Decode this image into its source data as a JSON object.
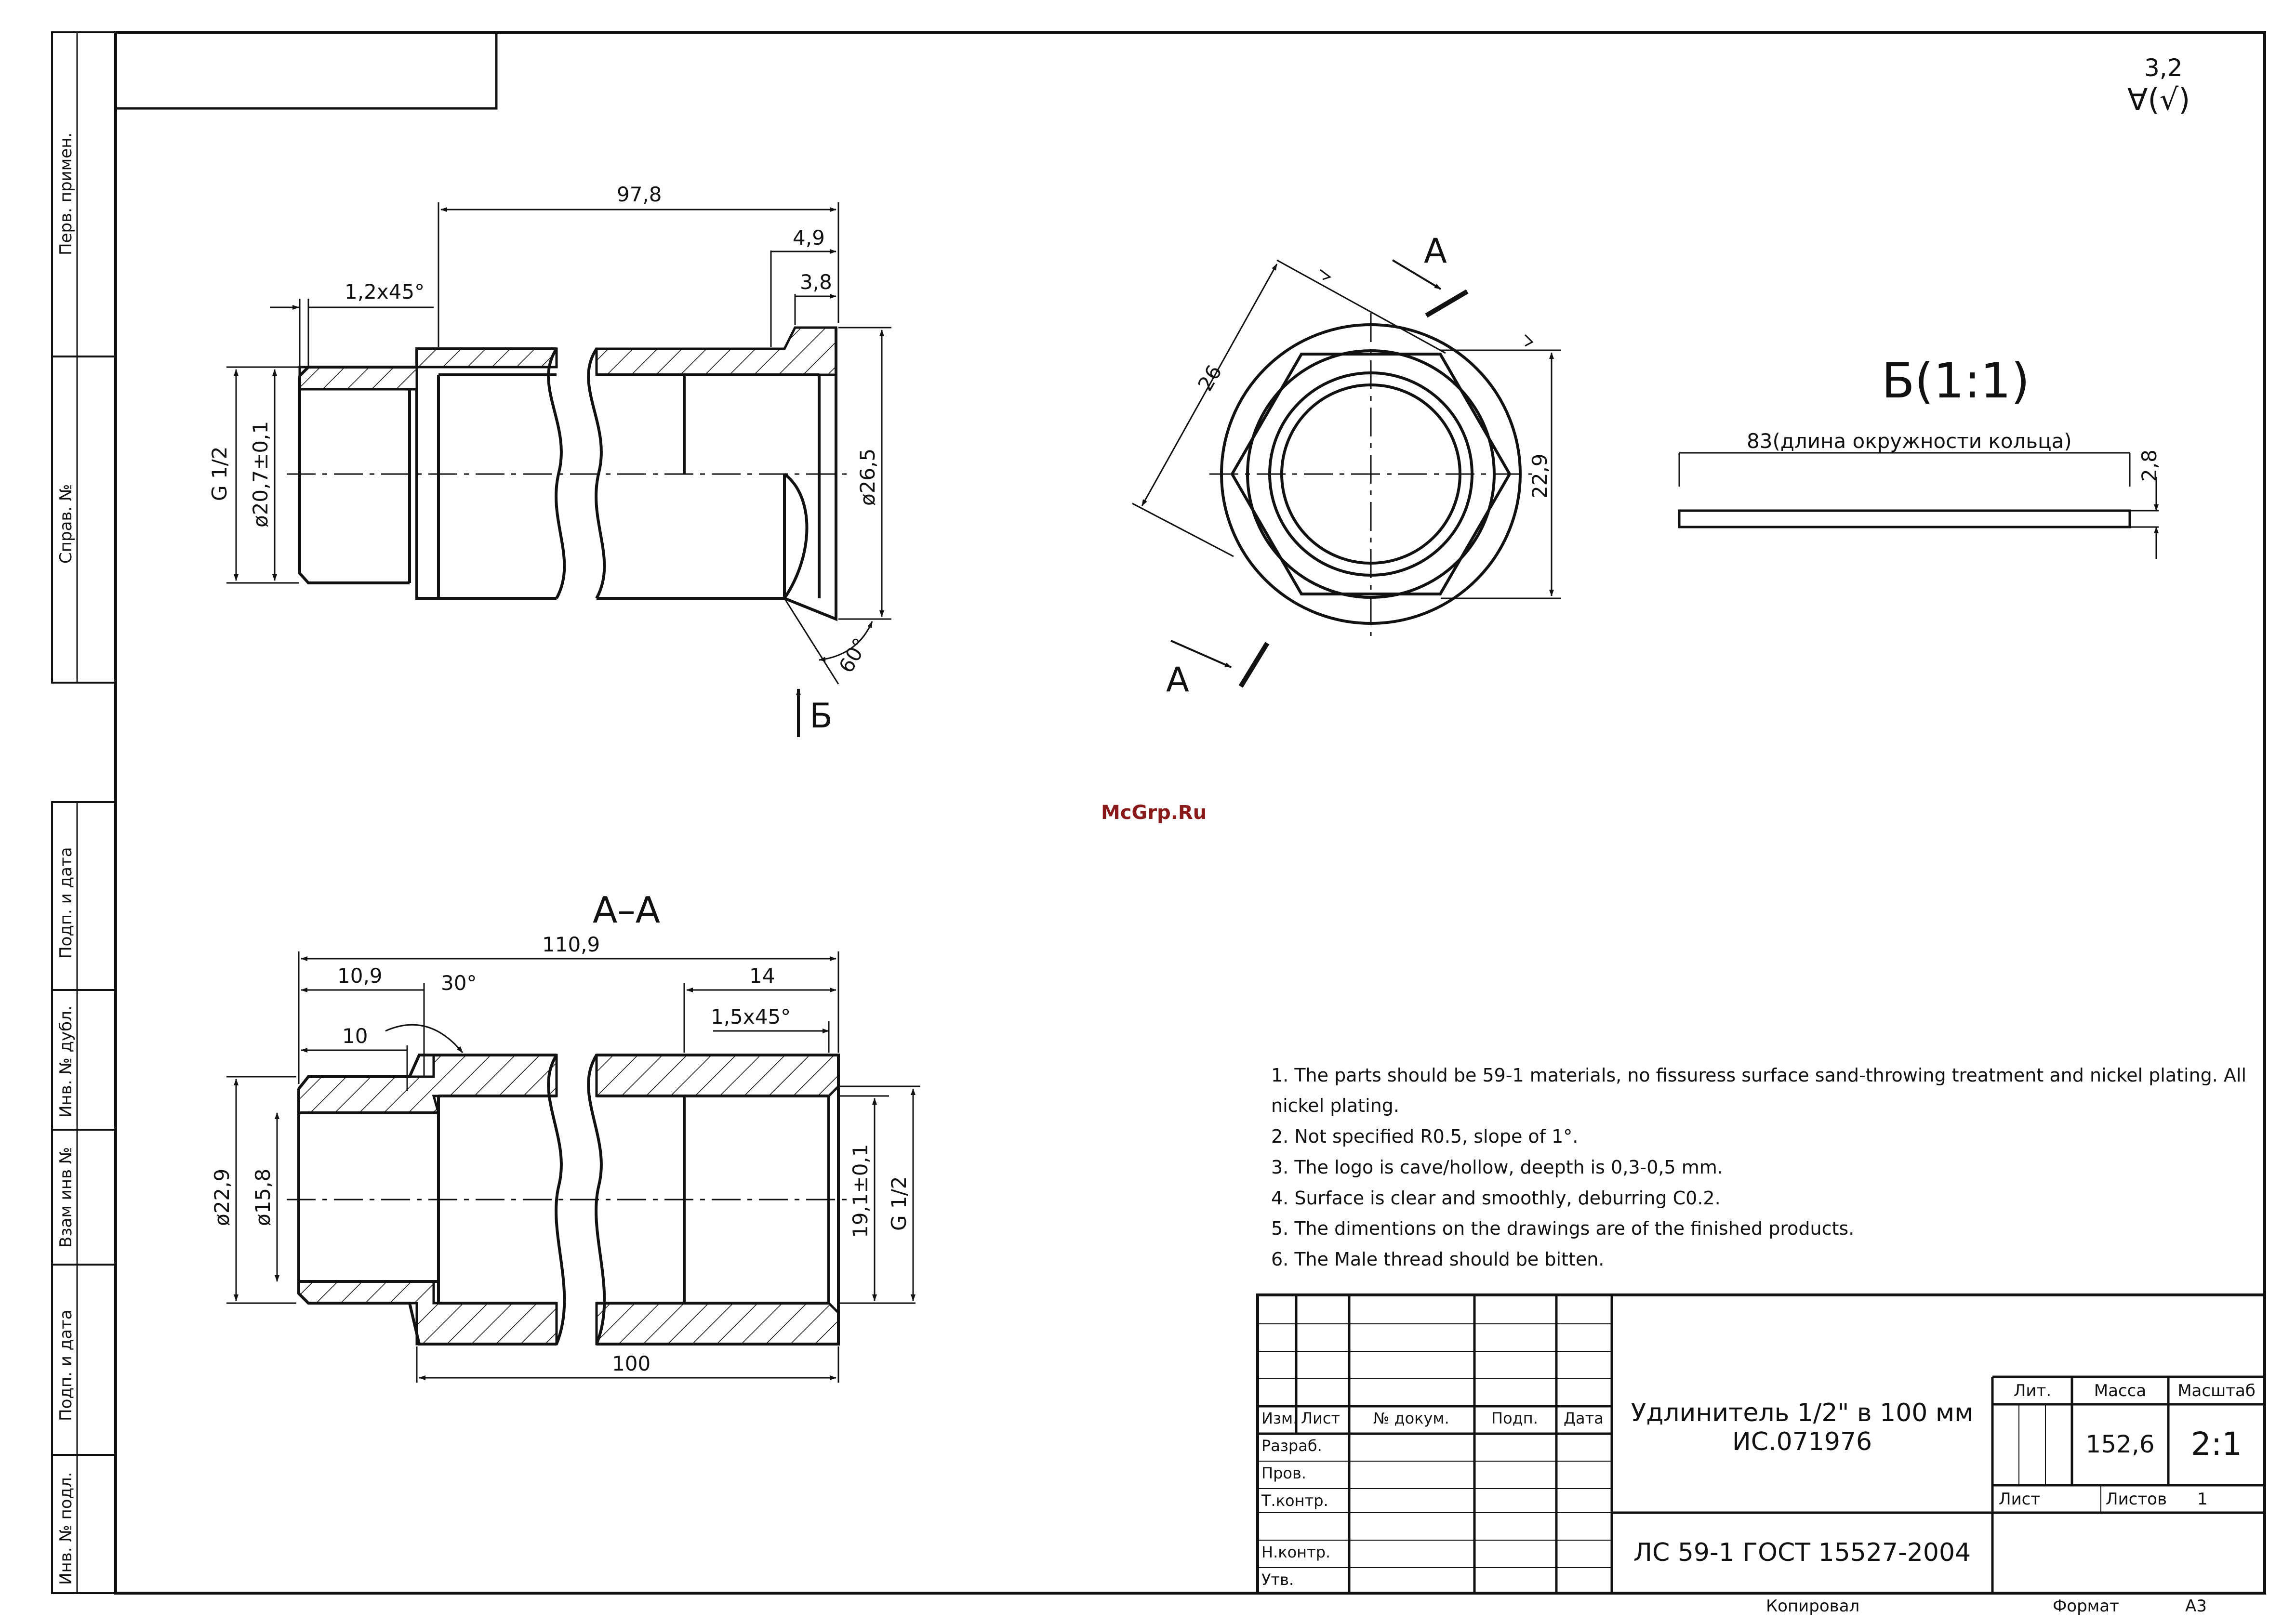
{
  "roughness": {
    "value": "3,2",
    "symbol": "∀(√)"
  },
  "left_strip": {
    "perv_primen": "Перв. примен.",
    "sprav_no": "Справ. №",
    "podp_data_1": "Подп. и дата",
    "inv_dubl": "Инв. № дубл.",
    "vzam_inv": "Взам инв №",
    "podp_data_2": "Подп. и дата",
    "inv_podl": "Инв. № подл."
  },
  "view_side": {
    "dim_overall": "97,8",
    "dim_4_9": "4,9",
    "dim_3_8": "3,8",
    "dim_chamfer": "1,2x45°",
    "dim_thread": "G 1/2",
    "dim_d20_7": "ø20,7±0,1",
    "dim_d26_5": "ø26,5",
    "dim_angle": "60°",
    "view_arrow": "Б"
  },
  "view_front": {
    "dim_26": "26",
    "dim_22_9": "22,9",
    "section_a_top": "А",
    "section_a_bottom": "А"
  },
  "detail_b": {
    "title": "Б(1:1)",
    "length_label": "83(длина окружности кольца)",
    "height_label": "2,8"
  },
  "section_aa": {
    "title": "А–А",
    "dim_110_9": "110,9",
    "dim_10_9": "10,9",
    "dim_30deg": "30°",
    "dim_10": "10",
    "dim_14": "14",
    "dim_1_5x45": "1,5x45°",
    "dim_d22_9": "ø22,9",
    "dim_d15_8": "ø15,8",
    "dim_19_1": "19,1±0,1",
    "dim_g12": "G 1/2",
    "dim_100": "100"
  },
  "watermark": "McGrp.Ru",
  "notes": [
    "1. The parts should be 59-1 materials, no fissuress surface sand-throwing treatment and nickel plating. All",
    "nickel plating.",
    "2. Not specified R0.5, slope of 1°.",
    "3. The logo is cave/hollow, deepth is 0,3-0,5 mm.",
    "4. Surface is clear and smoothly, deburring C0.2.",
    "5. The dimentions on the drawings are of the finished products.",
    "6. The Male thread should be bitten."
  ],
  "title_block": {
    "izm": "Изм.",
    "list": "Лист",
    "n_dokum": "№ докум.",
    "podp": "Подп.",
    "data": "Дата",
    "razrab": "Разраб.",
    "prov": "Пров.",
    "tkontr": "Т.контр.",
    "nkontr": "Н.контр.",
    "utv": "Утв.",
    "title_line1": "Удлинитель 1/2\" в 100 мм",
    "title_line2": "ИС.071976",
    "material": "ЛС 59-1 ГОСТ 15527-2004",
    "lit_label": "Лит.",
    "massa_label": "Масса",
    "masshtab_label": "Масштаб",
    "massa_value": "152,6",
    "masshtab_value": "2:1",
    "list_label": "Лист",
    "listov_label": "Листов",
    "listov_value": "1",
    "kopiroval": "Копировал",
    "format_label": "Формат",
    "format_value": "А3"
  }
}
